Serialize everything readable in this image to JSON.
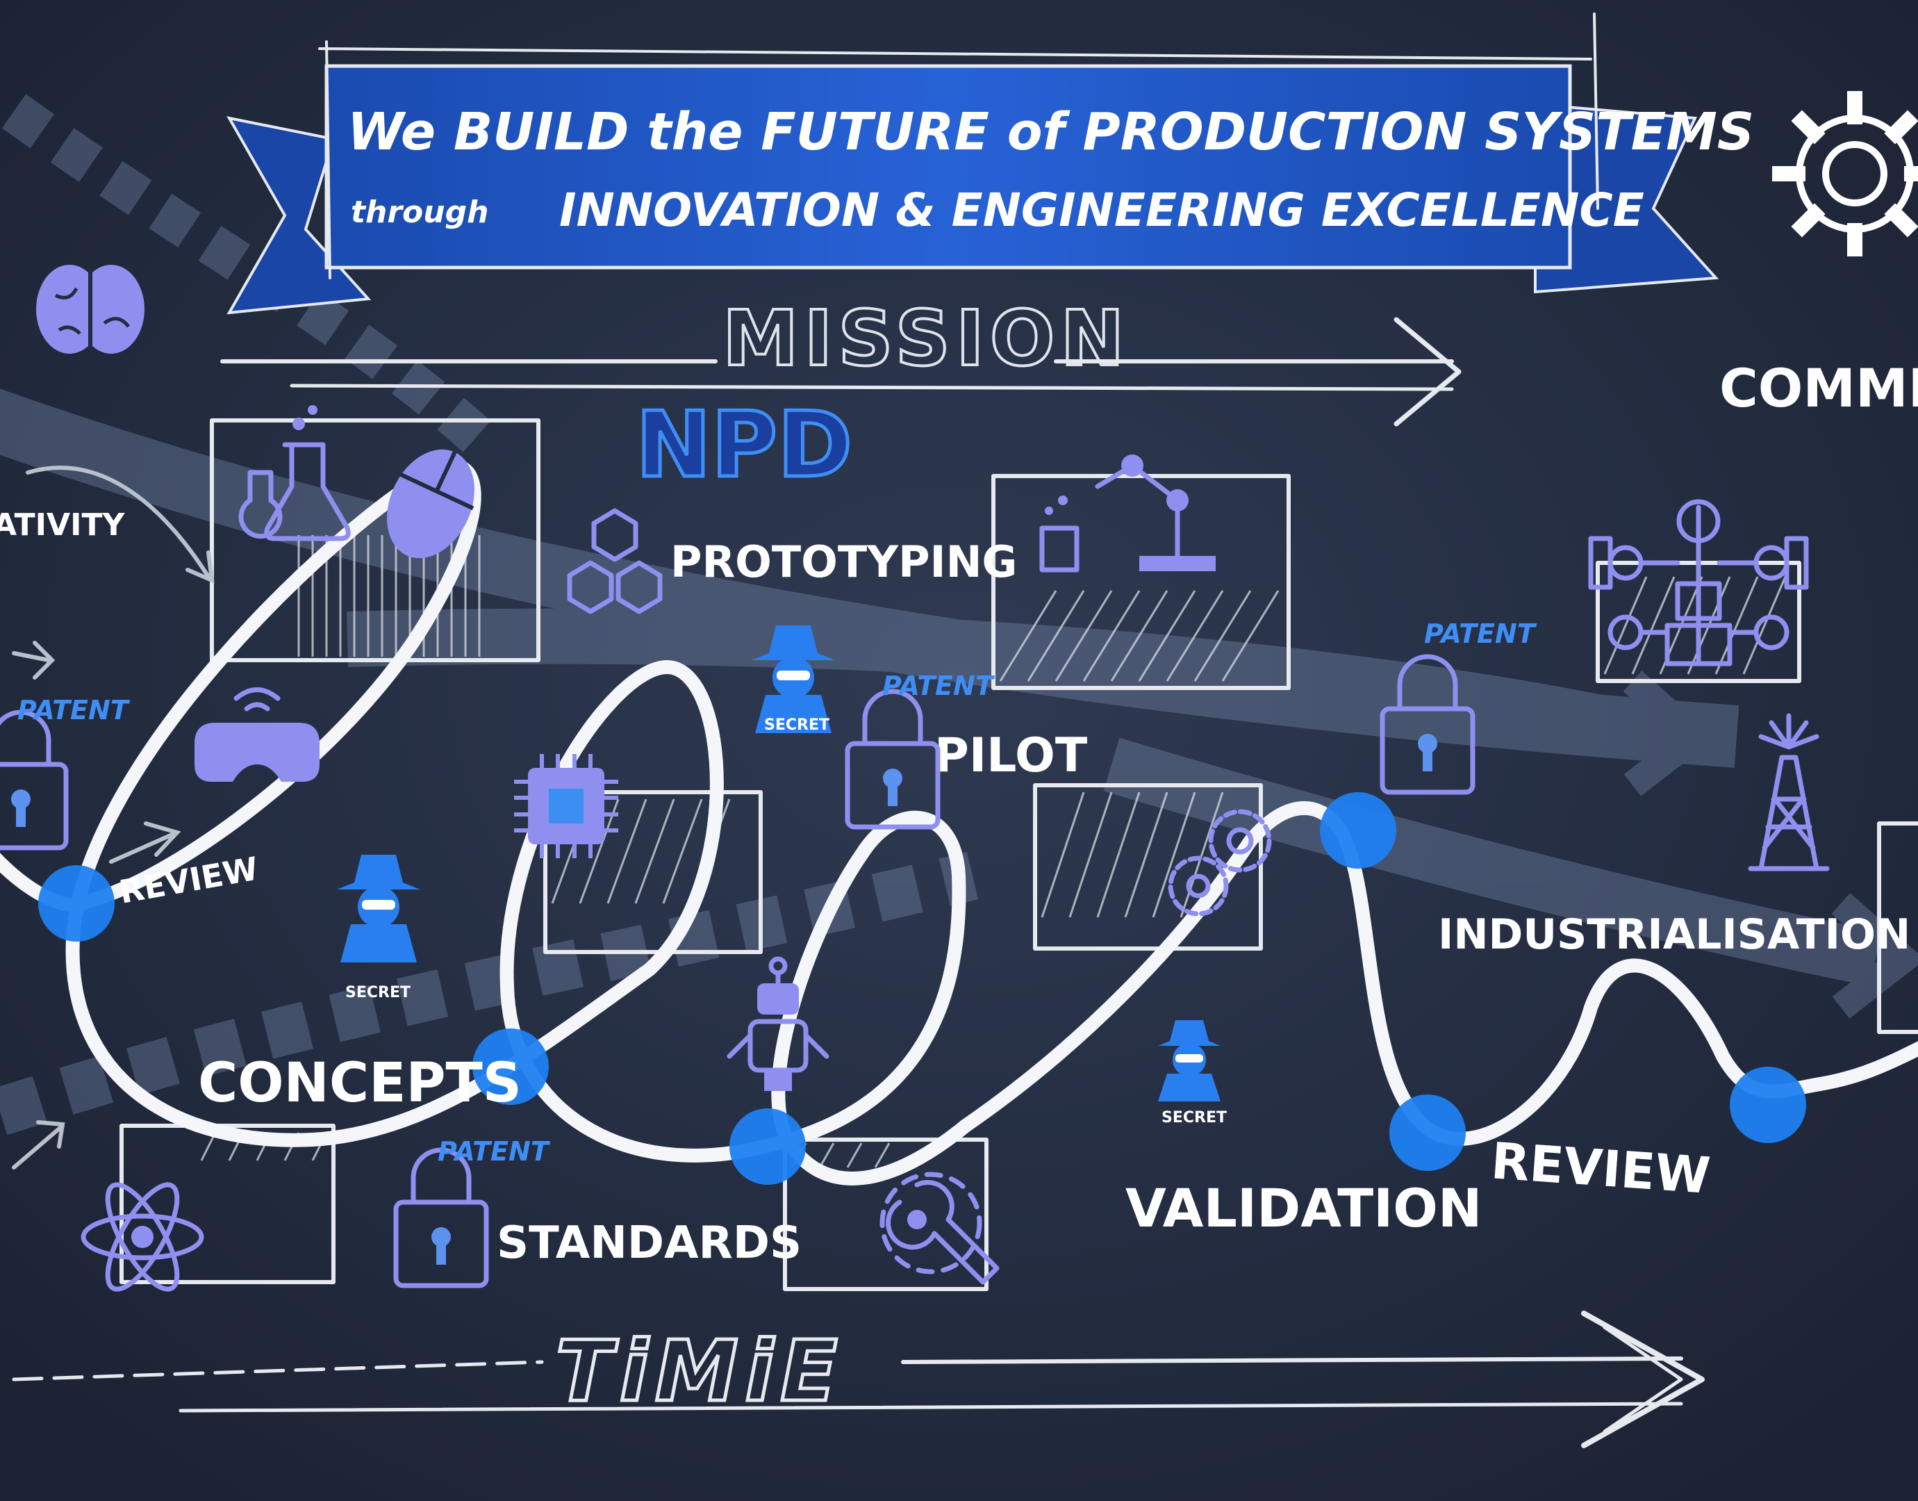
{
  "banner": {
    "line1": "We BUILD the FUTURE of PRODUCTION SYSTEMS",
    "through": "through",
    "line2": "INNOVATION & ENGINEERING EXCELLENCE"
  },
  "headings": {
    "mission": "MISSION",
    "npd": "NPD",
    "commerc": "COMMERC",
    "time": "TiMiE"
  },
  "stages": {
    "creativity": "ATIVITY",
    "review_left": "REVIEW",
    "concepts": "CONCEPTS",
    "prototyping": "PROTOTYPING",
    "pilot": "PILOT",
    "standards": "STANDARDS",
    "validation": "VALIDATION",
    "industrialisation": "INDUSTRIALISATION",
    "review_right": "REVIEW"
  },
  "tags": {
    "patent": "PATENT",
    "secret": "SECRET"
  },
  "colors": {
    "board": "#232c40",
    "banner_blue": "#1f56c4",
    "node_blue": "#1f7ff0",
    "icon_violet": "#8f8ff0",
    "patent_blue": "#3f8ef5",
    "chalk_white": "#ffffff"
  },
  "icons": [
    "brain-icon",
    "flask-icon",
    "mouse-icon",
    "hexagons-icon",
    "vr-headset-icon",
    "chip-icon",
    "spy-icon",
    "lock-icon",
    "robot-arm-icon",
    "gears-icon",
    "robot-icon",
    "wrench-icon",
    "atom-icon",
    "factory-icon",
    "oil-rig-icon",
    "gear-icon"
  ]
}
